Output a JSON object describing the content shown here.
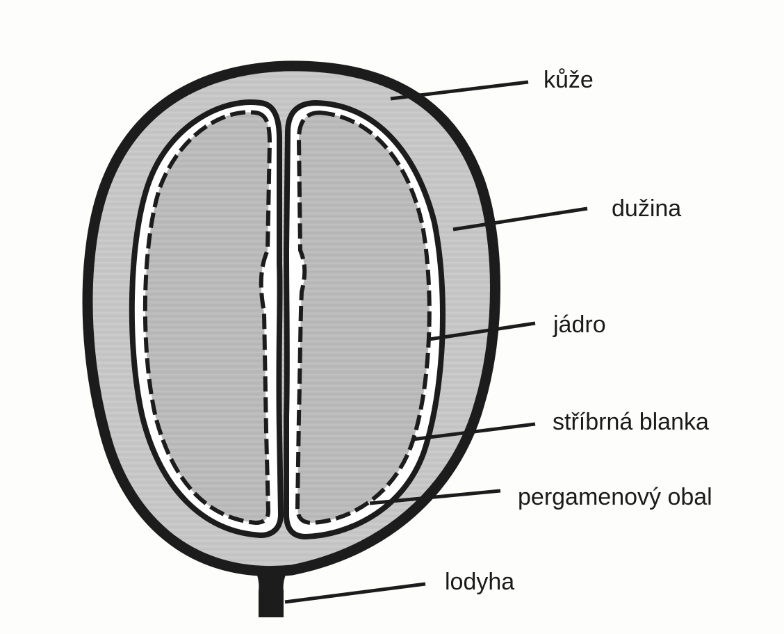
{
  "diagram": {
    "colors": {
      "outline": "#1c1c1c",
      "pulp_fill": "#c9c9c9",
      "bean_fill": "#bcbcbc",
      "parchment": "#ffffff"
    },
    "labels": {
      "skin": "kůže",
      "pulp": "dužina",
      "bean": "jádro",
      "silver_skin": "stříbrná blanka",
      "parchment": "pergamenový obal",
      "stem": "lodyha"
    }
  }
}
